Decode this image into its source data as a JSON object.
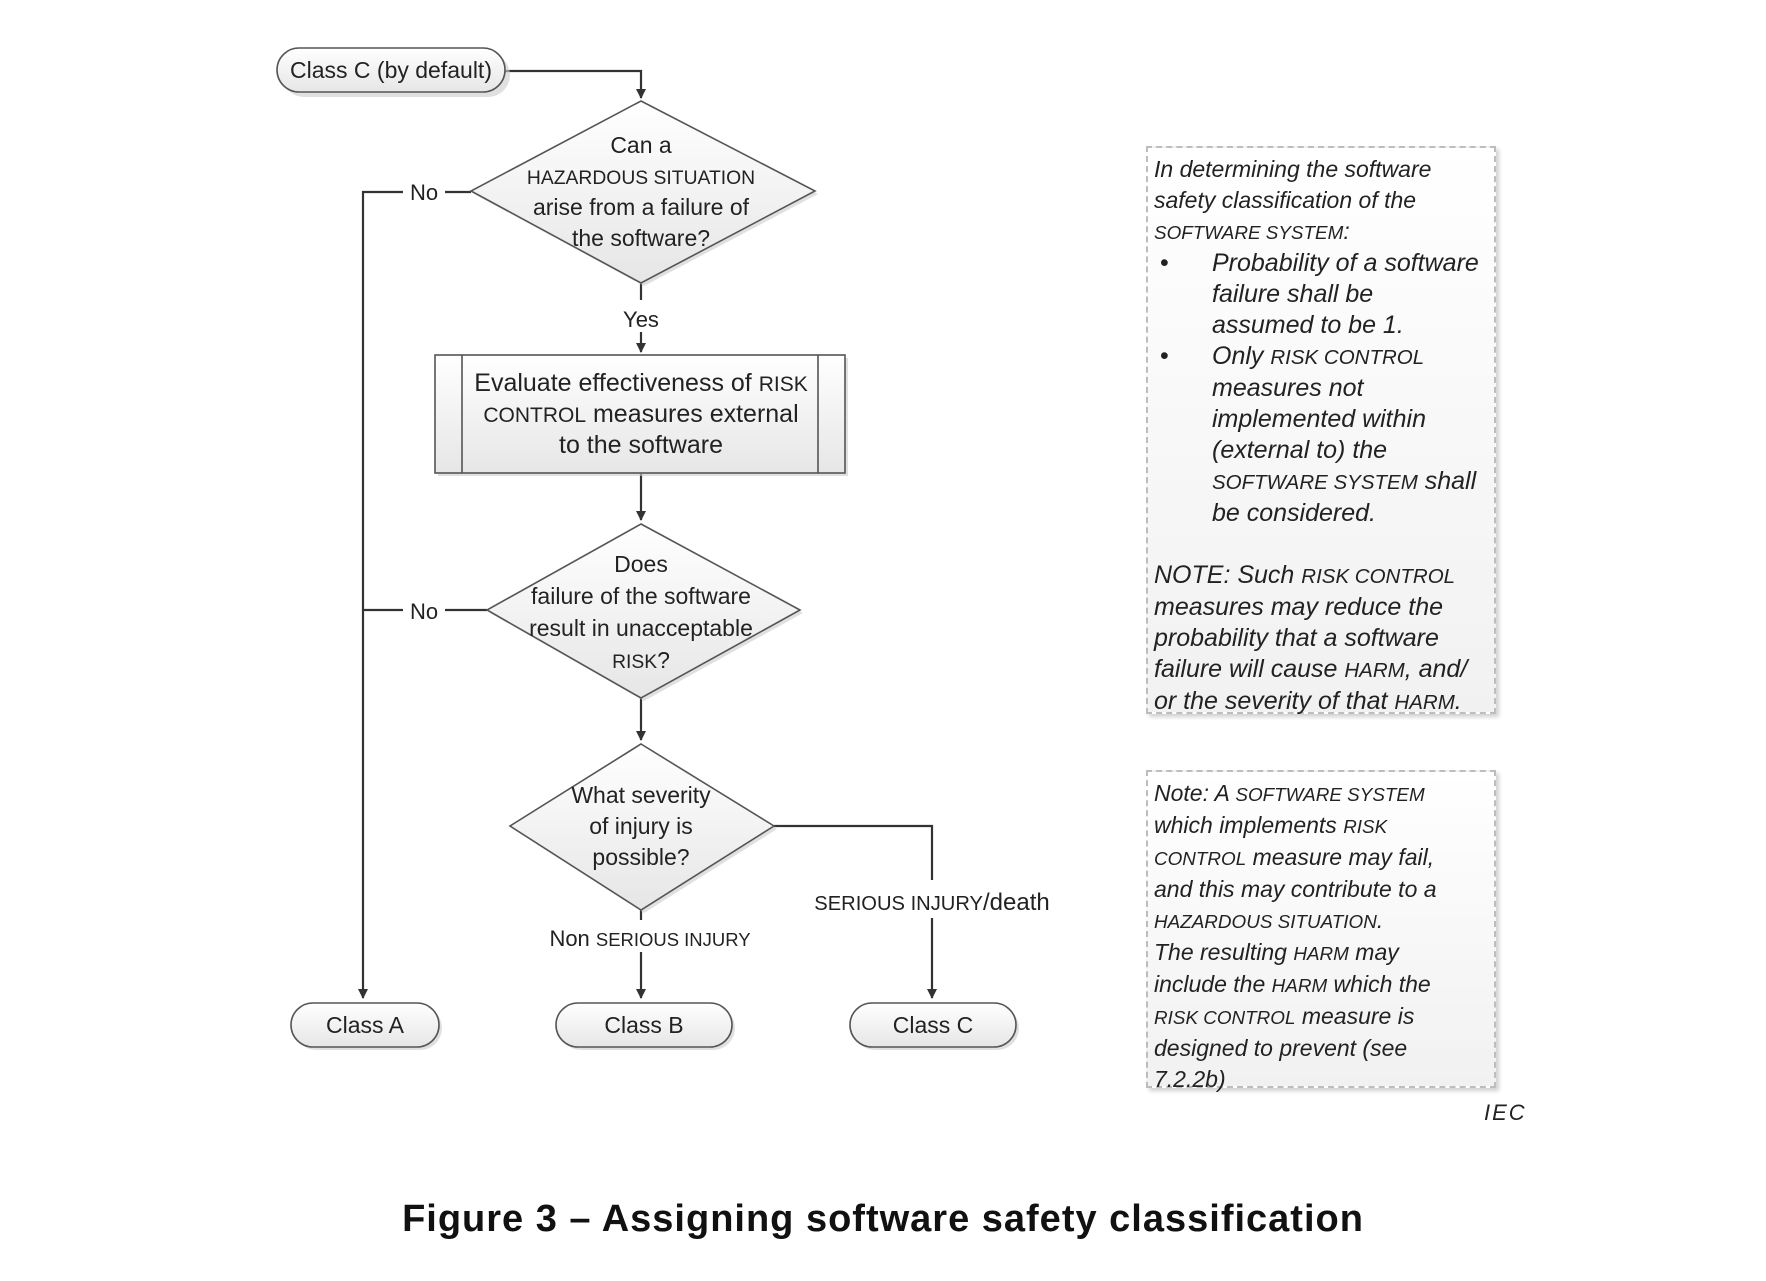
{
  "flowchart": {
    "start": "Class C (by default)",
    "decision1": {
      "lines": [
        [
          {
            "t": "Can a"
          }
        ],
        [
          {
            "t": "HAZARDOUS SITUATION",
            "sc": true
          }
        ],
        [
          {
            "t": "arise from  a failure of"
          }
        ],
        [
          {
            "t": "the software?"
          }
        ]
      ]
    },
    "process1": {
      "lines": [
        [
          {
            "t": "Evaluate effectiveness of "
          },
          {
            "t": "RISK",
            "sc": true
          }
        ],
        [
          {
            "t": "CONTROL",
            "sc": true
          },
          {
            "t": " measures external"
          }
        ],
        [
          {
            "t": "to the software"
          }
        ]
      ]
    },
    "decision2": {
      "lines": [
        [
          {
            "t": "Does"
          }
        ],
        [
          {
            "t": "failure of the software"
          }
        ],
        [
          {
            "t": "result in unacceptable"
          }
        ],
        [
          {
            "t": "RISK",
            "sc": true
          },
          {
            "t": "?"
          }
        ]
      ]
    },
    "decision3": {
      "lines": [
        [
          {
            "t": "What severity"
          }
        ],
        [
          {
            "t": "of injury is"
          }
        ],
        [
          {
            "t": "possible?"
          }
        ]
      ]
    },
    "edge_labels": {
      "no1": "No",
      "yes1": "Yes",
      "no2": "No",
      "non_serious": [
        {
          "t": "Non "
        },
        {
          "t": "SERIOUS INJURY",
          "sc": true
        }
      ],
      "serious": [
        {
          "t": "SERIOUS INJURY",
          "sc": true
        },
        {
          "t": "/death"
        }
      ]
    },
    "outcomes": {
      "class_a": "Class A",
      "class_b": "Class B",
      "class_c": "Class C"
    }
  },
  "notes": {
    "note1": {
      "intro": [
        [
          {
            "t": "In determining the software"
          }
        ],
        [
          {
            "t": "safety classification of the"
          }
        ],
        [
          {
            "t": "SOFTWARE SYSTEM",
            "sc": true
          },
          {
            "t": ":"
          }
        ]
      ],
      "bullet_symbol": "•",
      "bullets": [
        [
          [
            {
              "t": "Probability of a software"
            }
          ],
          [
            {
              "t": "failure shall be"
            }
          ],
          [
            {
              "t": "assumed to be 1."
            }
          ]
        ],
        [
          [
            {
              "t": "Only "
            },
            {
              "t": "RISK CONTROL",
              "sc": true
            }
          ],
          [
            {
              "t": "measures not"
            }
          ],
          [
            {
              "t": "implemented within"
            }
          ],
          [
            {
              "t": "(external to) the"
            }
          ],
          [
            {
              "t": "SOFTWARE SYSTEM",
              "sc": true
            },
            {
              "t": " shall"
            }
          ],
          [
            {
              "t": "be considered."
            }
          ]
        ]
      ],
      "note": [
        [
          {
            "t": "NOTE: Such "
          },
          {
            "t": "RISK CONTROL",
            "sc": true
          }
        ],
        [
          {
            "t": "measures may reduce the"
          }
        ],
        [
          {
            "t": "probability that a software"
          }
        ],
        [
          {
            "t": "failure will cause "
          },
          {
            "t": "HARM",
            "sc": true
          },
          {
            "t": ", and/"
          }
        ],
        [
          {
            "t": "or the severity of that "
          },
          {
            "t": "HARM",
            "sc": true
          },
          {
            "t": "."
          }
        ]
      ]
    },
    "note2": {
      "lines": [
        [
          {
            "t": "Note: A "
          },
          {
            "t": "SOFTWARE SYSTEM",
            "sc": true
          }
        ],
        [
          {
            "t": "which implements "
          },
          {
            "t": "RISK",
            "sc": true
          }
        ],
        [
          {
            "t": "CONTROL",
            "sc": true
          },
          {
            "t": " measure may fail,"
          }
        ],
        [
          {
            "t": "and this may contribute to a"
          }
        ],
        [
          {
            "t": "HAZARDOUS SITUATION",
            "sc": true
          },
          {
            "t": "."
          }
        ],
        [
          {
            "t": "The resulting "
          },
          {
            "t": "HARM",
            "sc": true
          },
          {
            "t": " may"
          }
        ],
        [
          {
            "t": "include the "
          },
          {
            "t": "HARM",
            "sc": true
          },
          {
            "t": " which the"
          }
        ],
        [
          {
            "t": "RISK CONTROL",
            "sc": true
          },
          {
            "t": " measure is"
          }
        ],
        [
          {
            "t": "designed to prevent (see"
          }
        ],
        [
          {
            "t": "7.2.2b)"
          }
        ]
      ]
    }
  },
  "source_mark": "IEC",
  "caption": "Figure 3 – Assigning software safety classification"
}
